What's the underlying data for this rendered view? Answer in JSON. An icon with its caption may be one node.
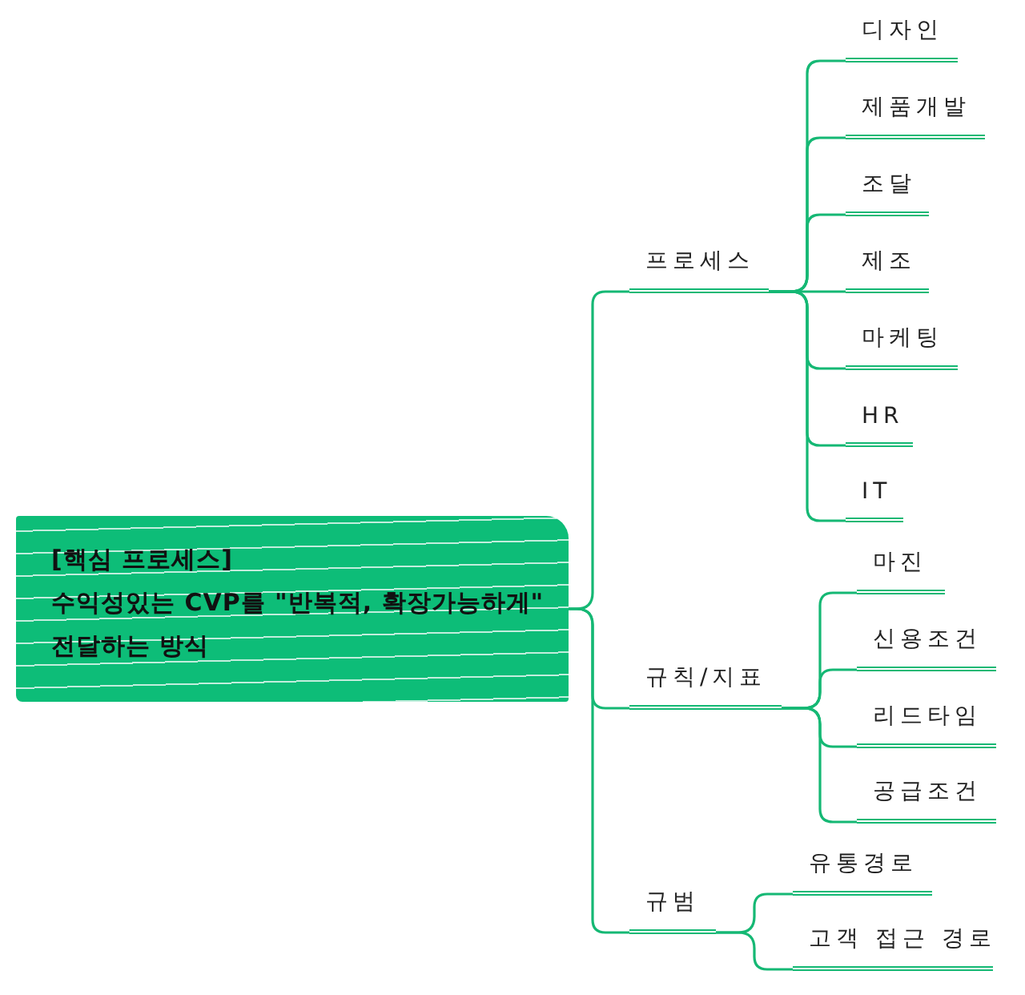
{
  "diagram": {
    "nodes": [
      {
        "text": [
          "[핵심 프로세스]",
          "수익성있는 CVP를 \"반복적, 확장가능하게\" 전달하는 방식"
        ]
      },
      {
        "text": [
          "프로세스"
        ]
      },
      {
        "text": [
          "디자인"
        ]
      },
      {
        "text": [
          "제품개발"
        ]
      },
      {
        "text": [
          "조달"
        ]
      },
      {
        "text": [
          "제조"
        ]
      },
      {
        "text": [
          "마케팅"
        ]
      },
      {
        "text": [
          "HR"
        ]
      },
      {
        "text": [
          "IT"
        ]
      },
      {
        "text": [
          "규칙/지표"
        ]
      },
      {
        "text": [
          "마진"
        ]
      },
      {
        "text": [
          "신용조건"
        ]
      },
      {
        "text": [
          "리드타임"
        ]
      },
      {
        "text": [
          "공급조건"
        ]
      },
      {
        "text": [
          "규범"
        ]
      },
      {
        "text": [
          "유통경로"
        ]
      },
      {
        "text": [
          "고객 접근 경로"
        ]
      }
    ],
    "edges": [
      {
        "from": 0,
        "to": 1,
        "arrow": "none"
      },
      {
        "from": 0,
        "to": 9,
        "arrow": "none"
      },
      {
        "from": 0,
        "to": 14,
        "arrow": "none"
      },
      {
        "from": 1,
        "to": 2,
        "arrow": "none"
      },
      {
        "from": 1,
        "to": 3,
        "arrow": "none"
      },
      {
        "from": 1,
        "to": 4,
        "arrow": "none"
      },
      {
        "from": 1,
        "to": 5,
        "arrow": "none"
      },
      {
        "from": 1,
        "to": 6,
        "arrow": "none"
      },
      {
        "from": 1,
        "to": 7,
        "arrow": "none"
      },
      {
        "from": 1,
        "to": 8,
        "arrow": "none"
      },
      {
        "from": 9,
        "to": 10,
        "arrow": "none"
      },
      {
        "from": 9,
        "to": 11,
        "arrow": "none"
      },
      {
        "from": 9,
        "to": 12,
        "arrow": "none"
      },
      {
        "from": 9,
        "to": 13,
        "arrow": "none"
      },
      {
        "from": 14,
        "to": 15,
        "arrow": "none"
      },
      {
        "from": 14,
        "to": 16,
        "arrow": "none"
      }
    ]
  }
}
